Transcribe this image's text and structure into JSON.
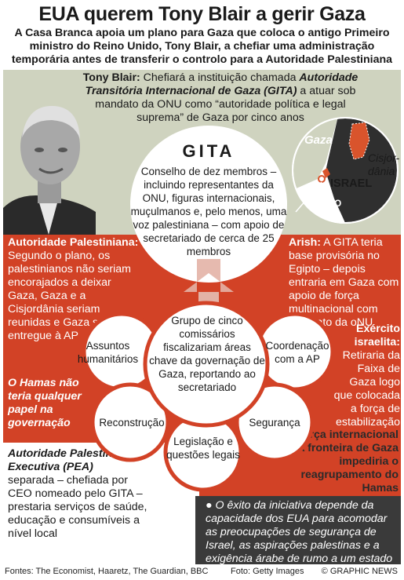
{
  "header": {
    "title": "EUA querem Tony Blair a gerir Gaza",
    "subtitle": "A Casa Branca apoia um plano para Gaza que coloca o antigo Primeiro ministro do Reino Unido, Tony Blair, a chefiar uma administração temporária antes de transferir o controlo para a Autoridade Palestiniana"
  },
  "blair": {
    "name": "Tony Blair:",
    "text_1": " Chefiará a instituição chamada ",
    "institution": "Autoridade Transitória Internacional de Gaza (GITA)",
    "text_2": " a atuar sob mandato da ONU como “autoridade política e legal suprema” de Gaza por cinco anos"
  },
  "map": {
    "label_gaza": "Gaza",
    "label_cisjordania": "Cisjor-dânia",
    "label_israel": "ISRAEL",
    "label_egipto": "EGIPTO"
  },
  "gita": {
    "title": "GITA",
    "body": "Conselho de dez membros – incluindo representantes da ONU, figuras internacionais, muçulmanos e, pelo menos, uma voz palestiniana – com apoio de secretariado de cerca de 25 membros"
  },
  "center": {
    "text": "Grupo de cinco comissários fiscalizariam áreas chave da governação de Gaza, reportando ao secretariado"
  },
  "petals": {
    "assuntos": "Assuntos humanitários",
    "coordenacao": "Coordenação com a AP",
    "reconstrucao": "Reconstrução",
    "seguranca": "Segurança",
    "legislacao": "Legislação e questões legais"
  },
  "ap": {
    "heading": "Autoridade Palestiniana:",
    "text": " Segundo o plano, os palestinianos não seriam encorajados a deixar Gaza, Gaza e a Cisjordânia seriam reunidas e Gaza seria entregue à AP"
  },
  "hamas": {
    "text": "O Hamas não teria qualquer papel na governação"
  },
  "pea": {
    "heading": "Autoridade Palestiniana Executiva (PEA)",
    "text": "separada – chefiada por CEO nomeado pelo GITA – prestaria serviços de saúde, educação e consumíveis a nível local"
  },
  "arish": {
    "heading": "Arish:",
    "text": " A GITA teria base provisória no Egipto – depois entraria em Gaza com apoio de força multinacional com mandato da oNU"
  },
  "exercito": {
    "heading": "Exército israelita:",
    "text": "Retiraria da Faixa de Gaza logo que colocada a força de estabilização"
  },
  "forca": {
    "text": "Força internacional na fronteira de Gaza impediria o reagrupamento do Hamas"
  },
  "note": {
    "bullet": "●",
    "text": " O êxito da iniciativa depende da capacidade dos EUA para acomodar as preocupações de segurança de Israel, as aspirações palestinas e a exigência árabe de rumo a um estado"
  },
  "watermark": "GRAPHIC NEWS",
  "footer": {
    "sources": "Fontes: The Economist, Haaretz, The Guardian, BBC",
    "photo": "Foto: Getty Images",
    "credit": "© GRAPHIC NEWS"
  },
  "colors": {
    "beige": "#cfd3bf",
    "red": "#d24226",
    "dark": "#3a3a3a",
    "map_orange": "#d9542c"
  }
}
